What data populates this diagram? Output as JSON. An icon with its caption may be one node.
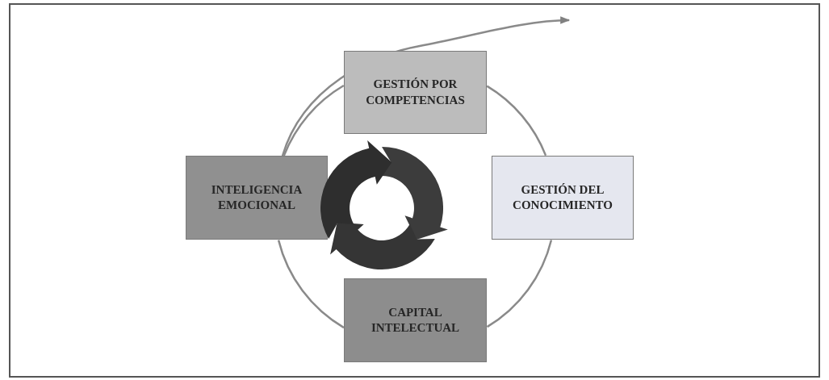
{
  "diagram": {
    "nodes": [
      {
        "text": [
          "GESTIÓN POR COMPETENCIAS"
        ]
      },
      {
        "text": [
          "INTELIGENCIA EMOCIONAL"
        ]
      },
      {
        "text": [
          "GESTIÓN DEL CONOCIMIENTO"
        ]
      },
      {
        "text": [
          "CAPITAL INTELECTUAL"
        ]
      }
    ],
    "edges": [
      {
        "from": 0,
        "to": 2,
        "arrow": "none"
      },
      {
        "from": 2,
        "to": 3,
        "arrow": "none"
      },
      {
        "from": 3,
        "to": 1,
        "arrow": "none"
      },
      {
        "from": 1,
        "to": 0,
        "arrow": "none"
      },
      {
        "from": 1,
        "to": null,
        "arrow": "to"
      }
    ]
  }
}
